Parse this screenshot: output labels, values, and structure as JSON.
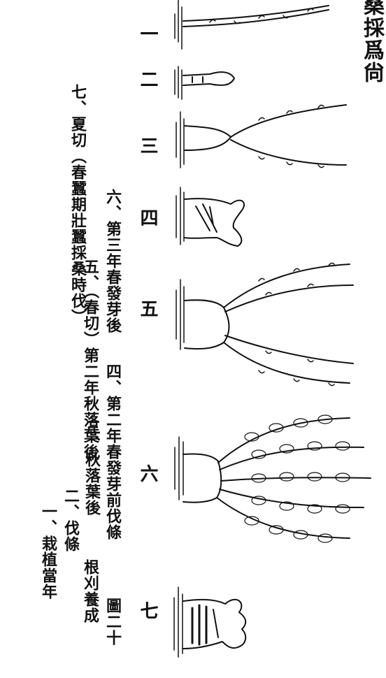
{
  "header": {
    "text": "桑採爲尙"
  },
  "stage_numbers": [
    "一",
    "二",
    "三",
    "四",
    "五",
    "六",
    "七"
  ],
  "figure_title": "圖二十",
  "figure_title_prefix": "根刈養成",
  "captions": [
    {
      "label": "一、栽植當年"
    },
    {
      "label": "二、伐條"
    },
    {
      "label": "三、秋落葉後"
    },
    {
      "label": "四、第二年春發芽前伐條"
    },
    {
      "label": "五、（春切）第二年秋落葉後"
    },
    {
      "label": "六、第三年春發芽後"
    },
    {
      "label": "七、夏切（春蠶期壯蠶採桑時伐）"
    }
  ]
}
